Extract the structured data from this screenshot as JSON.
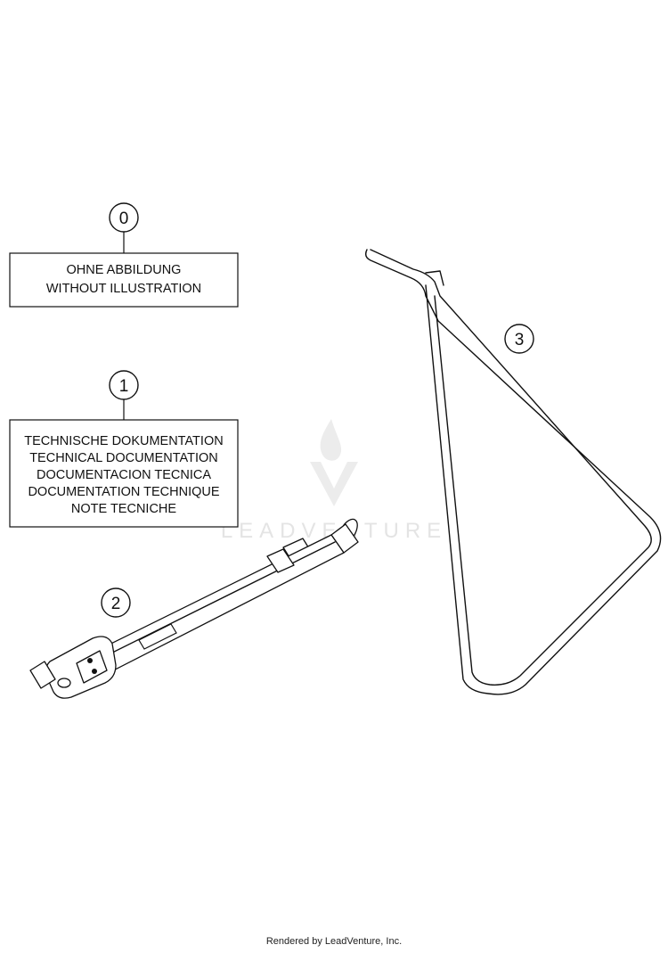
{
  "callouts": [
    {
      "number": "0"
    },
    {
      "number": "1"
    },
    {
      "number": "2"
    },
    {
      "number": "3"
    }
  ],
  "notes": {
    "without_illustration": [
      "OHNE ABBILDUNG",
      "WITHOUT ILLUSTRATION"
    ],
    "technical_documentation": [
      "TECHNISCHE DOKUMENTATION",
      "TECHNICAL DOCUMENTATION",
      "DOCUMENTACION TECNICA",
      "DOCUMENTATION TECHNIQUE",
      "NOTE TECNICHE"
    ]
  },
  "watermark": {
    "text": "LEADVENTURE"
  },
  "footer": {
    "text": "Rendered by LeadVenture, Inc."
  }
}
